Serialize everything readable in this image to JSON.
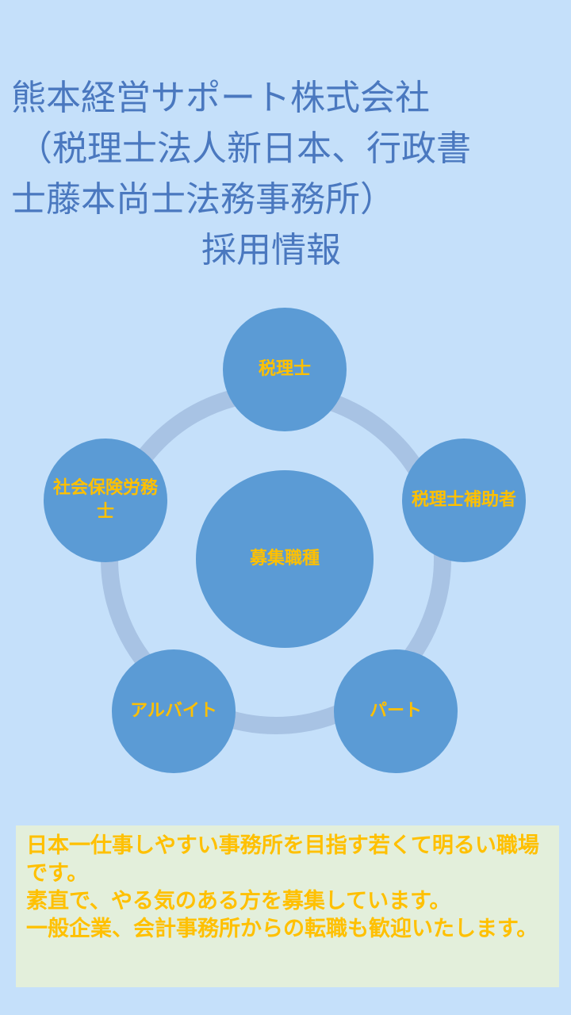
{
  "title": {
    "line1": "熊本経営サポート株式会社",
    "line2": "（税理士法人新日本、行政書",
    "line3": "士藤本尚士法務事務所）",
    "line4": "採用情報"
  },
  "diagram": {
    "center": "募集職種",
    "items": [
      {
        "label": "税理士"
      },
      {
        "label": "税理士補助者"
      },
      {
        "label": "パート"
      },
      {
        "label": "アルバイト"
      },
      {
        "label": "社会保険労務士"
      }
    ]
  },
  "notice": {
    "line1": "日本一仕事しやすい事務所を目指す若くて明るい職場です。",
    "line2": "素直で、やる気のある方を募集しています。",
    "line3": "一般企業、会計事務所からの転職も歓迎いたします。"
  },
  "colors": {
    "background": "#c5e0fa",
    "title_text": "#4a78bf",
    "node_fill": "#5b9bd5",
    "node_text": "#ffc000",
    "ring": "#a8c3e4",
    "notice_bg": "#e3efdb"
  }
}
